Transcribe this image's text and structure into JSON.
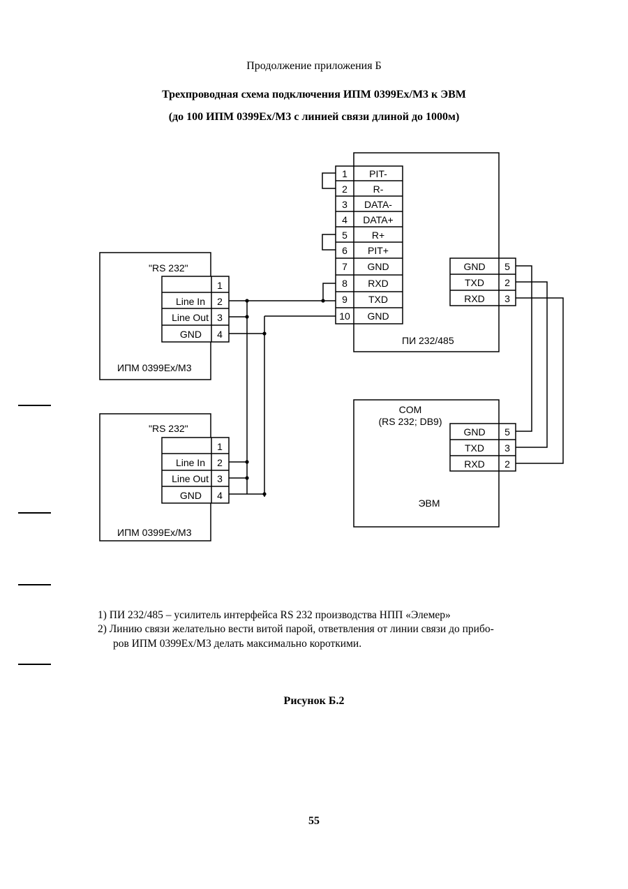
{
  "header": {
    "continuation": "Продолжение приложения Б"
  },
  "title": {
    "line1": "Трехпроводная схема подключения ИПМ 0399Ex/М3 к ЭВМ",
    "line2": "(до 100 ИПМ 0399Ex/М3 с линией связи длиной до 1000м)"
  },
  "diagram": {
    "converter": {
      "name": "ПИ 232/485",
      "pins": [
        {
          "num": "1",
          "label": "PIT-"
        },
        {
          "num": "2",
          "label": "R-"
        },
        {
          "num": "3",
          "label": "DATA-"
        },
        {
          "num": "4",
          "label": "DATA+"
        },
        {
          "num": "5",
          "label": "R+"
        },
        {
          "num": "6",
          "label": "PIT+"
        },
        {
          "num": "7",
          "label": "GND"
        },
        {
          "num": "8",
          "label": "RXD"
        },
        {
          "num": "9",
          "label": "TXD"
        },
        {
          "num": "10",
          "label": "GND"
        }
      ],
      "rs232_pins": [
        {
          "label": "GND",
          "num": "5"
        },
        {
          "label": "TXD",
          "num": "2"
        },
        {
          "label": "RXD",
          "num": "3"
        }
      ]
    },
    "devices": [
      {
        "name": "ИПМ 0399Ex/М3",
        "port": "\"RS 232\"",
        "pins": [
          {
            "label": "",
            "num": "1"
          },
          {
            "label": "Line In",
            "num": "2"
          },
          {
            "label": "Line Out",
            "num": "3"
          },
          {
            "label": "GND",
            "num": "4"
          }
        ]
      },
      {
        "name": "ИПМ 0399Ex/М3",
        "port": "\"RS 232\"",
        "pins": [
          {
            "label": "",
            "num": "1"
          },
          {
            "label": "Line In",
            "num": "2"
          },
          {
            "label": "Line Out",
            "num": "3"
          },
          {
            "label": "GND",
            "num": "4"
          }
        ]
      }
    ],
    "computer": {
      "port_line1": "COM",
      "port_line2": "(RS 232; DB9)",
      "name": "ЭВМ",
      "pins": [
        {
          "label": "GND",
          "num": "5"
        },
        {
          "label": "TXD",
          "num": "3"
        },
        {
          "label": "RXD",
          "num": "2"
        }
      ]
    }
  },
  "notes": {
    "note1": "1)  ПИ 232/485 – усилитель интерфейса RS 232 производства НПП «Элемер»",
    "note2_line1": "2)  Линию связи желательно вести витой парой, ответвления от линии связи до прибо-",
    "note2_line2": "ров ИПМ 0399Ex/М3 делать максимально короткими."
  },
  "figure_caption": "Рисунок Б.2",
  "page_number": "55"
}
